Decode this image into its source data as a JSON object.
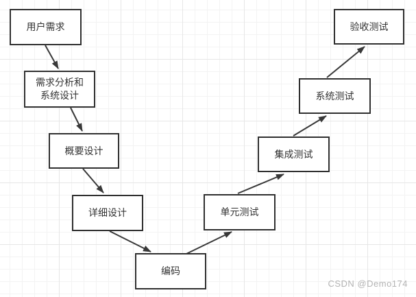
{
  "diagram": {
    "type": "flowchart",
    "nodes": [
      {
        "id": "user-requirements",
        "label": "用户需求"
      },
      {
        "id": "req-analysis-design",
        "label": "需求分析和\n系统设计"
      },
      {
        "id": "preliminary-design",
        "label": "概要设计"
      },
      {
        "id": "detailed-design",
        "label": "详细设计"
      },
      {
        "id": "coding",
        "label": "编码"
      },
      {
        "id": "unit-testing",
        "label": "单元测试"
      },
      {
        "id": "integration-testing",
        "label": "集成测试"
      },
      {
        "id": "system-testing",
        "label": "系统测试"
      },
      {
        "id": "acceptance-testing",
        "label": "验收测试"
      }
    ],
    "edges": [
      {
        "from": "用户需求",
        "to": "需求分析和系统设计"
      },
      {
        "from": "需求分析和系统设计",
        "to": "概要设计"
      },
      {
        "from": "概要设计",
        "to": "详细设计"
      },
      {
        "from": "详细设计",
        "to": "编码"
      },
      {
        "from": "编码",
        "to": "单元测试"
      },
      {
        "from": "单元测试",
        "to": "集成测试"
      },
      {
        "from": "集成测试",
        "to": "系统测试"
      },
      {
        "from": "系统测试",
        "to": "验收测试"
      }
    ],
    "watermark": "CSDN @Demo174",
    "colors": {
      "background": "#ffffff",
      "grid_minor": "#f3f3f3",
      "grid_major": "#e6e6e6",
      "node_fill": "#ffffff",
      "node_border": "#2f2f2f",
      "text": "#333333",
      "arrow": "#383838",
      "watermark": "#b3b3b3"
    }
  }
}
